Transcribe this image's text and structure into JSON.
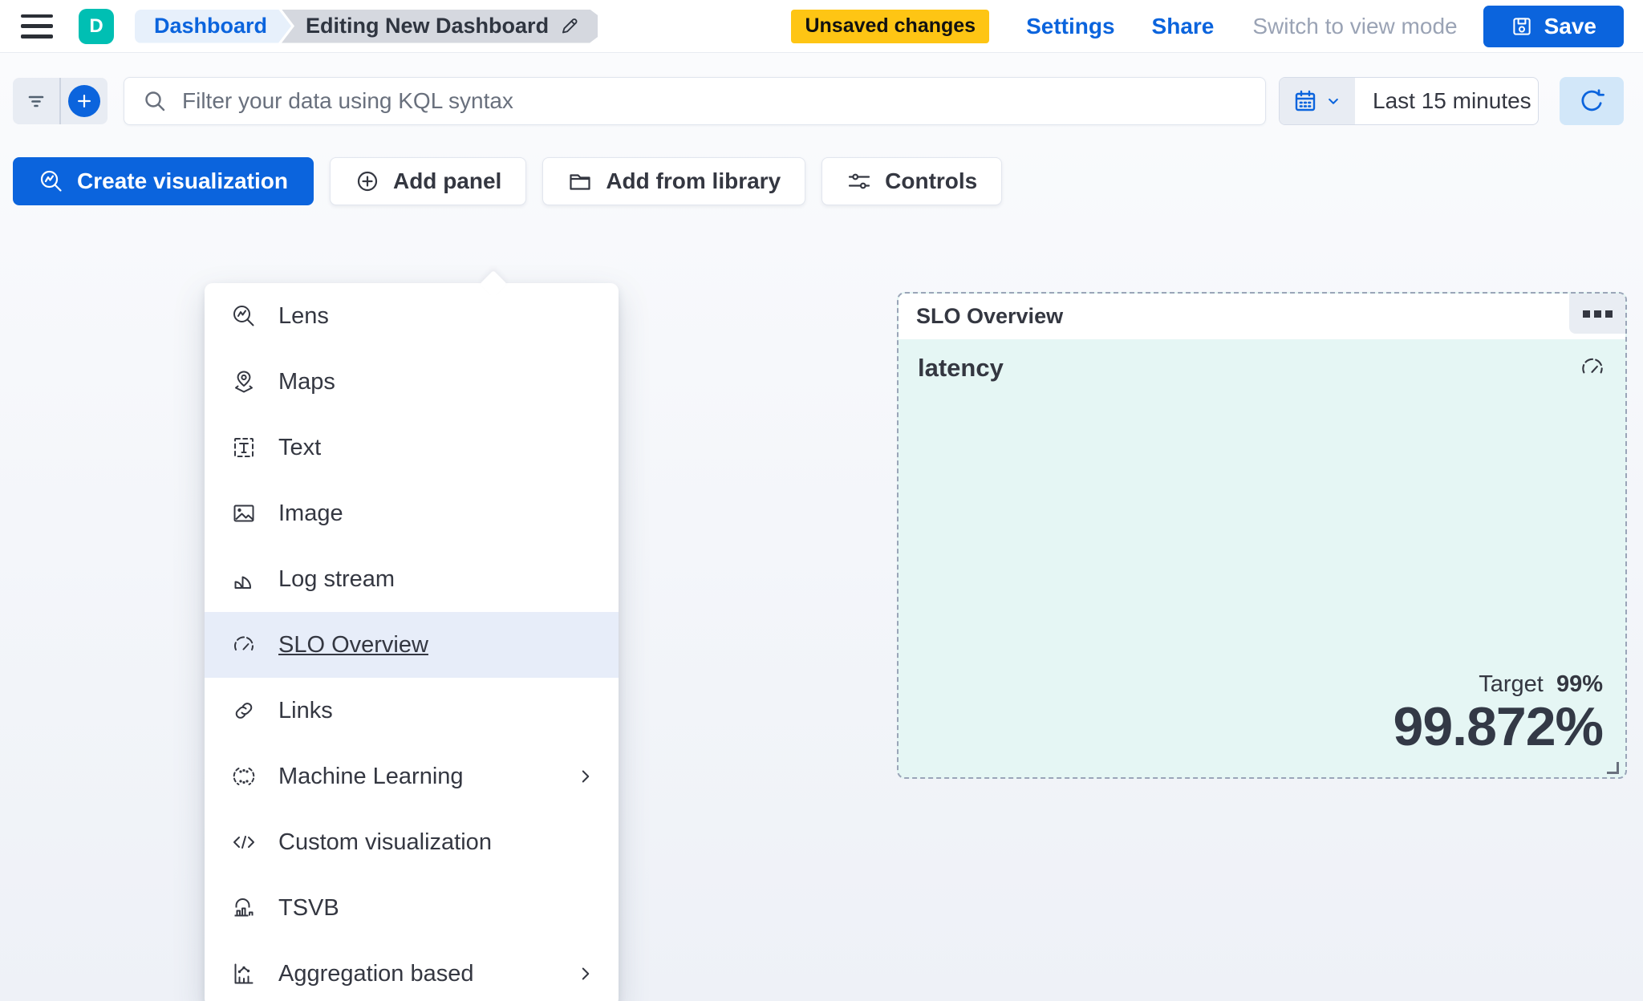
{
  "colors": {
    "primary": "#0b64dd",
    "avatar_teal": "#00bfb3",
    "unsaved_badge": "#fec514",
    "panel_body_teal": "#e5f6f4",
    "menu_highlight": "#e7edf9"
  },
  "header": {
    "avatar_initial": "D",
    "breadcrumbs": [
      {
        "label": "Dashboard"
      },
      {
        "label": "Editing New Dashboard"
      }
    ],
    "unsaved_badge": "Unsaved changes",
    "settings_label": "Settings",
    "share_label": "Share",
    "view_mode_label": "Switch to view mode",
    "save_label": "Save"
  },
  "filter_bar": {
    "kql_placeholder": "Filter your data using KQL syntax",
    "time_range": "Last 15 minutes"
  },
  "toolbar": {
    "create_visualization_label": "Create visualization",
    "add_panel_label": "Add panel",
    "add_from_library_label": "Add from library",
    "controls_label": "Controls"
  },
  "add_panel_menu": {
    "items": [
      {
        "label": "Lens",
        "icon": "lens-icon",
        "has_submenu": false,
        "selected": false
      },
      {
        "label": "Maps",
        "icon": "maps-icon",
        "has_submenu": false,
        "selected": false
      },
      {
        "label": "Text",
        "icon": "text-icon",
        "has_submenu": false,
        "selected": false
      },
      {
        "label": "Image",
        "icon": "image-icon",
        "has_submenu": false,
        "selected": false
      },
      {
        "label": "Log stream",
        "icon": "log-stream-icon",
        "has_submenu": false,
        "selected": false
      },
      {
        "label": "SLO Overview",
        "icon": "gauge-icon",
        "has_submenu": false,
        "selected": true
      },
      {
        "label": "Links",
        "icon": "link-icon",
        "has_submenu": false,
        "selected": false
      },
      {
        "label": "Machine Learning",
        "icon": "machine-learning-icon",
        "has_submenu": true,
        "selected": false
      },
      {
        "label": "Custom visualization",
        "icon": "code-icon",
        "has_submenu": false,
        "selected": false
      },
      {
        "label": "TSVB",
        "icon": "tsvb-icon",
        "has_submenu": false,
        "selected": false
      },
      {
        "label": "Aggregation based",
        "icon": "aggregation-icon",
        "has_submenu": true,
        "selected": false
      }
    ]
  },
  "slo_panel": {
    "title": "SLO Overview",
    "metric_name": "latency",
    "target_label": "Target",
    "target_value": "99%",
    "value": "99.872%"
  }
}
